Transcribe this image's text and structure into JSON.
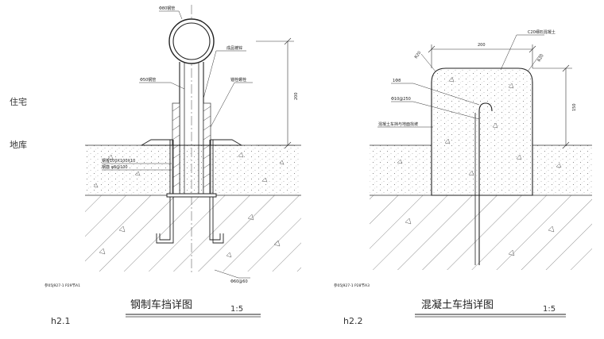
{
  "side_labels": [
    "住宅",
    "地库"
  ],
  "steel": {
    "top_tube": "Φ80钢管",
    "post": "Φ50钢管",
    "coating": "成品镀锌",
    "flange": "锚栓螺栓",
    "height_dim": "200",
    "plate": "钢板100X100X10",
    "anchor": "钢筋 φ8@100",
    "bottom": "Φ60@60",
    "ref": "参05J927-1 P29节A1",
    "title": "钢制车挡详图",
    "code": "h2.1",
    "scale": "1:5"
  },
  "concrete": {
    "top_note": "C20细石混凝土",
    "width_dim": "200",
    "radius_left": "R20",
    "radius_right": "R20",
    "rebar": "1Φ8",
    "dowel": "Φ10@250",
    "slab": "混凝土车挡与地面找坡",
    "height_dim": "150",
    "ref": "参05J927-1 P28节A3",
    "title": "混凝土车挡详图",
    "code": "h2.2",
    "scale": "1:5"
  }
}
